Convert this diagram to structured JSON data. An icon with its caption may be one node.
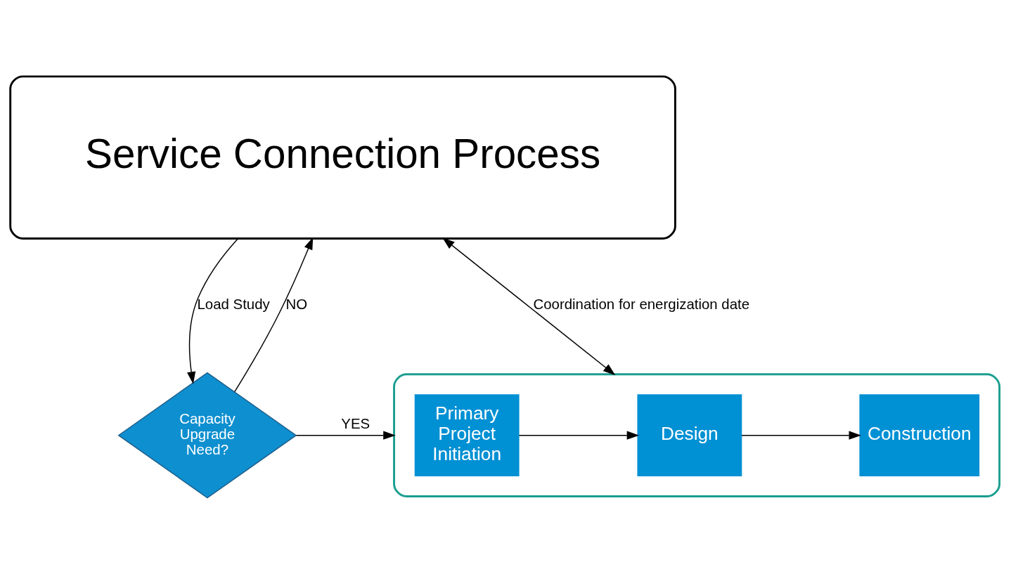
{
  "diagram": {
    "nodes": [
      {
        "text": [
          "Service Connection Process"
        ]
      },
      {
        "text": [
          "Capacity Upgrade Need?"
        ]
      },
      {
        "text": [],
        "shape": "box"
      },
      {
        "text": [
          "Primary Project Initiation"
        ],
        "in": 2
      },
      {
        "text": [
          "Design"
        ],
        "in": 2
      },
      {
        "text": [
          "Construction"
        ],
        "in": 2
      }
    ],
    "edges": [
      {
        "from": 0,
        "to": 1,
        "arrow": "to",
        "label": "Load Study"
      },
      {
        "from": 1,
        "to": 0,
        "arrow": "to",
        "label": "NO"
      },
      {
        "from": 1,
        "to": 2,
        "arrow": "to",
        "label": "YES"
      },
      {
        "from": 0,
        "to": 2,
        "arrow": "both",
        "label": "Coordination for energization date"
      },
      {
        "from": 3,
        "to": 4,
        "arrow": "to"
      },
      {
        "from": 4,
        "to": 5,
        "arrow": "to"
      }
    ]
  }
}
